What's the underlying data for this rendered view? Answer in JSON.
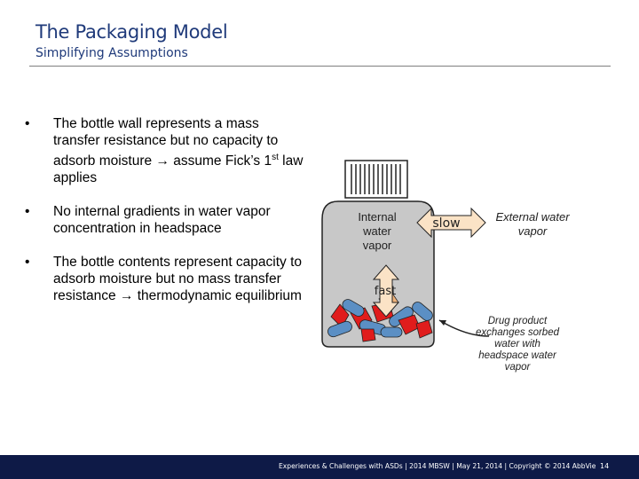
{
  "slide": {
    "title": "The Packaging Model",
    "subtitle": "Simplifying Assumptions"
  },
  "bullets": [
    {
      "pre": "The bottle wall represents a mass transfer resistance but no capacity to adsorb moisture → assume Fick’s 1",
      "sup": "st",
      "post": " law applies"
    },
    {
      "text": "No internal gradients in water vapor concentration in headspace"
    },
    {
      "text": "The bottle contents represent capacity to adsorb moisture but no mass transfer resistance → thermodynamic equilibrium"
    }
  ],
  "diagram": {
    "internal_label": "Internal water vapor",
    "external_label": "External water vapor",
    "slow_label": "slow",
    "fast_label": "fast",
    "drug_label": "Drug product exchanges sorbed water with headspace water vapor"
  },
  "footer": {
    "text": "Experiences & Challenges with ASDs | 2014 MBSW | May 21, 2014 | Copyright © 2014 AbbVie",
    "page": "14"
  },
  "colors": {
    "title": "#1f3a7a",
    "footer_bg": "#0e1a47",
    "bottle_fill": "#c8c8c8",
    "arrow_fill": "#fbe3c6",
    "pill_red": "#e01c1c",
    "pill_blue": "#5b8fc4"
  }
}
